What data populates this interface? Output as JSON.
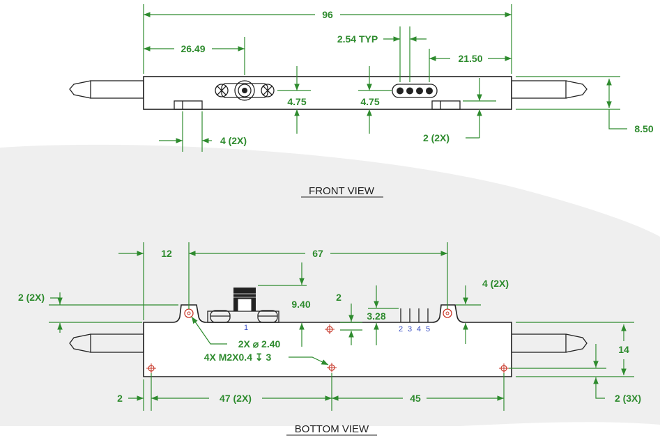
{
  "views": {
    "front": {
      "title": "FRONT VIEW",
      "dims": {
        "overall_length": "96",
        "left_offset": "26.49",
        "pin_pitch": "2.54 TYP",
        "right_offset": "21.50",
        "height_left": "4.75",
        "height_mid": "4.75",
        "height_total": "8.50",
        "tab_width": "4 (2X)",
        "tab_height": "2 (2X)"
      }
    },
    "bottom": {
      "title": "BOTTOM VIEW",
      "dims": {
        "left_hole": "12",
        "hole_span": "67",
        "tab_left": "2 (2X)",
        "tab_right": "4 (2X)",
        "connector_height": "9.40",
        "step": "2",
        "pin_height": "3.28",
        "hole_dia": "2X ⌀ 2.40",
        "thread": "4X M2X0.4 ↧ 3",
        "body_height": "14",
        "edge_left": "2",
        "bottom_left": "47 (2X)",
        "bottom_right": "45",
        "edge_right": "2 (3X)"
      },
      "pin_labels": [
        "1",
        "2",
        "3",
        "4",
        "5"
      ]
    }
  }
}
